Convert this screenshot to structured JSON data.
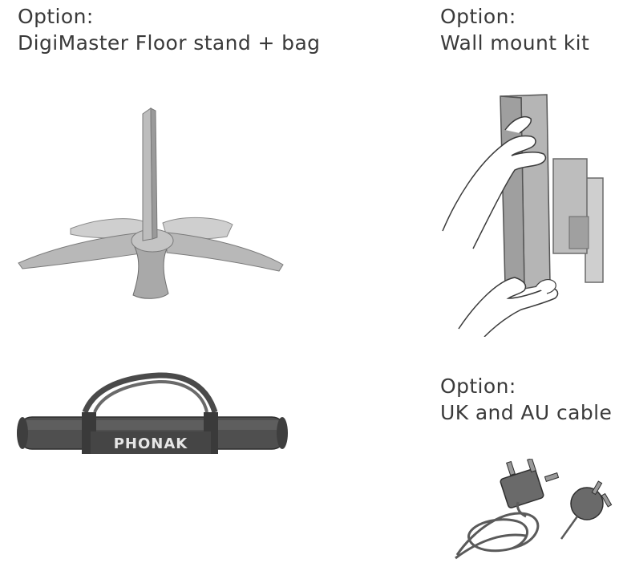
{
  "options": {
    "floor_stand": {
      "label": "Option:",
      "title": "DigiMaster Floor stand + bag"
    },
    "wall_mount": {
      "label": "Option:",
      "title": "Wall mount kit"
    },
    "cable": {
      "label": "Option:",
      "title": "UK and AU cable"
    }
  },
  "bag": {
    "brand": "PHONAK"
  },
  "colors": {
    "text": "#3a3a3a",
    "metal_fill": "#bdbdbd",
    "metal_dark": "#7d7d7d",
    "bag_fill": "#4f4f4f"
  }
}
